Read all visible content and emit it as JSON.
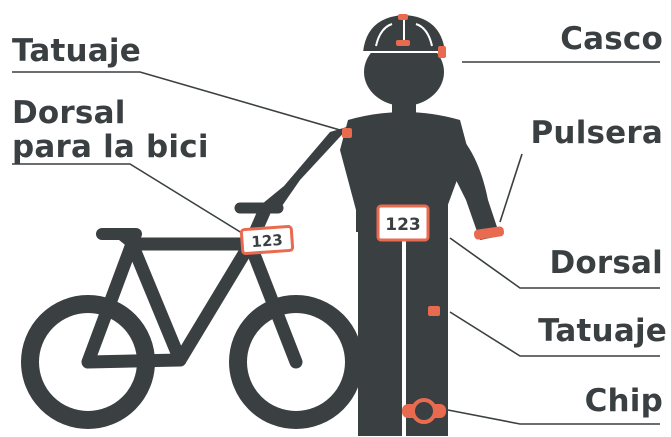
{
  "labels": {
    "tatuaje_top": "Tatuaje",
    "dorsal_bici_line1": "Dorsal",
    "dorsal_bici_line2": "para la bici",
    "casco": "Casco",
    "pulsera": "Pulsera",
    "dorsal": "Dorsal",
    "tatuaje_bottom": "Tatuaje",
    "chip": "Chip"
  },
  "bib_numbers": {
    "bike_plate": "123",
    "body_bib": "123"
  },
  "colors": {
    "figure": "#3a3f42",
    "accent": "#e86a4f",
    "leader_line": "#3a3f42"
  }
}
